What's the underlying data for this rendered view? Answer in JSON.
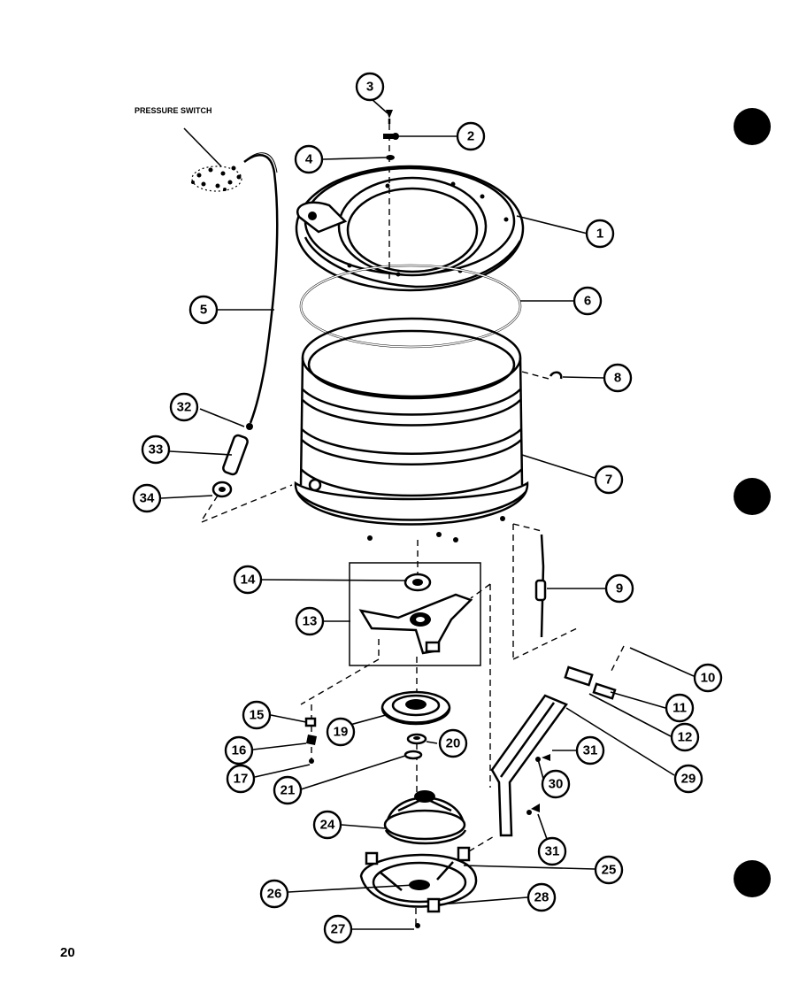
{
  "diagram": {
    "pressure_switch_label": "PRESSURE SWITCH",
    "page_number": "20",
    "callouts": [
      {
        "id": "1"
      },
      {
        "id": "2"
      },
      {
        "id": "3"
      },
      {
        "id": "4"
      },
      {
        "id": "5"
      },
      {
        "id": "6"
      },
      {
        "id": "7"
      },
      {
        "id": "8"
      },
      {
        "id": "9"
      },
      {
        "id": "10"
      },
      {
        "id": "11"
      },
      {
        "id": "12"
      },
      {
        "id": "13"
      },
      {
        "id": "14"
      },
      {
        "id": "15"
      },
      {
        "id": "16"
      },
      {
        "id": "17"
      },
      {
        "id": "19"
      },
      {
        "id": "20"
      },
      {
        "id": "21"
      },
      {
        "id": "24"
      },
      {
        "id": "25"
      },
      {
        "id": "26"
      },
      {
        "id": "27"
      },
      {
        "id": "28"
      },
      {
        "id": "29"
      },
      {
        "id": "30"
      },
      {
        "id": "31"
      },
      {
        "id": "31"
      },
      {
        "id": "32"
      },
      {
        "id": "33"
      },
      {
        "id": "34"
      }
    ]
  }
}
